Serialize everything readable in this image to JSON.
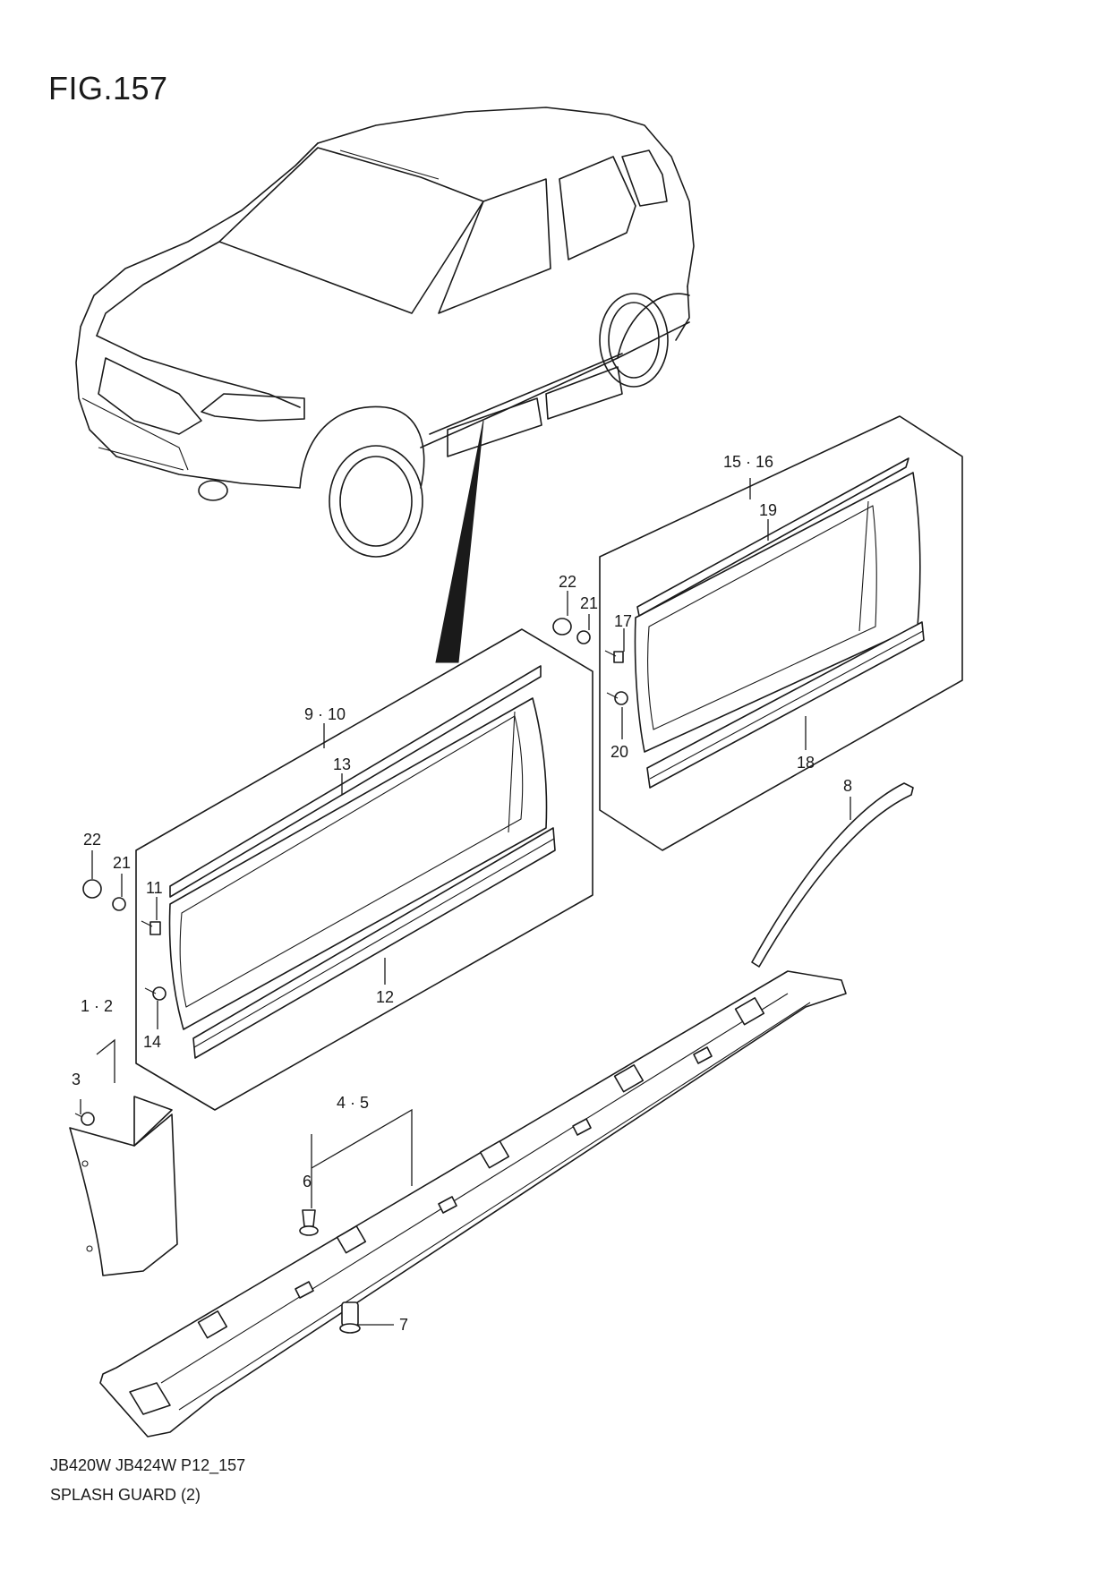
{
  "figure": {
    "title": "FIG.157",
    "model_codes": "JB420W JB424W P12_157",
    "caption": "SPLASH GUARD (2)"
  },
  "callouts": {
    "c15_16": "15 · 16",
    "c19": "19",
    "c22_upper": "22",
    "c21_upper": "21",
    "c17": "17",
    "c20": "20",
    "c18": "18",
    "c9_10": "9 · 10",
    "c13": "13",
    "c8": "8",
    "c22_lower": "22",
    "c21_lower": "21",
    "c11": "11",
    "c12": "12",
    "c14": "14",
    "c1_2": "1 · 2",
    "c3": "3",
    "c4_5": "4 · 5",
    "c6": "6",
    "c7": "7"
  },
  "colors": {
    "line": "#1a1a1a",
    "background": "#ffffff"
  }
}
